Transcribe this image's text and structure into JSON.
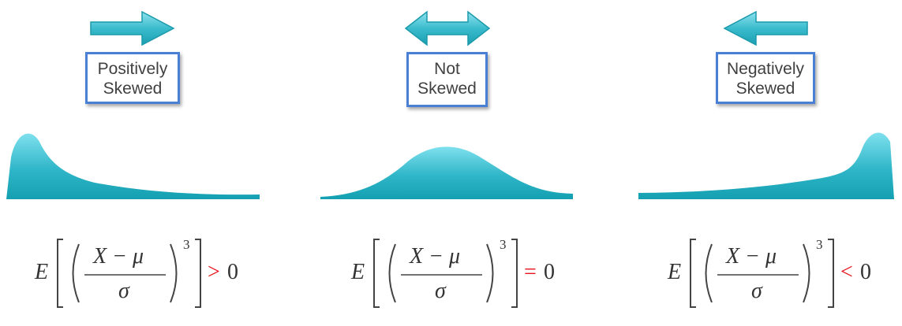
{
  "colors": {
    "teal": "#28b7c9",
    "box_border": "#4a7fd6",
    "relation": "#e8101a"
  },
  "panels": [
    {
      "direction": "right",
      "icon": "arrow-right-icon",
      "label_line1": "Positively",
      "label_line2": "Skewed",
      "relation": ">",
      "value": "0"
    },
    {
      "direction": "both",
      "icon": "arrow-left-right-icon",
      "label_line1": "Not",
      "label_line2": "Skewed",
      "relation": "=",
      "value": "0"
    },
    {
      "direction": "left",
      "icon": "arrow-left-icon",
      "label_line1": "Negatively",
      "label_line2": "Skewed",
      "relation": "<",
      "value": "0"
    }
  ],
  "formula": {
    "expectation": "E",
    "numerator": "X − μ",
    "denominator": "σ",
    "exponent": "3"
  }
}
